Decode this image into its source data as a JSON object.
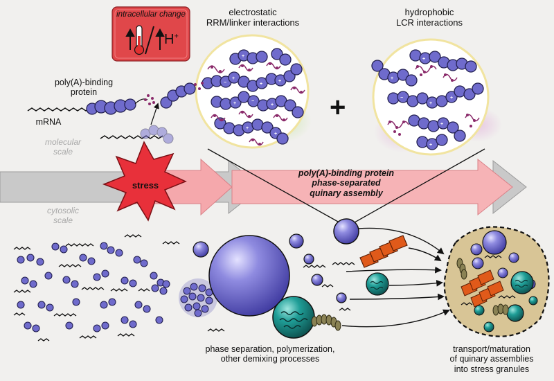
{
  "labels": {
    "intracellular_change": "intracellular change",
    "h_plus": "H",
    "h_plus_sup": "+",
    "electrostatic_l1": "electrostatic",
    "electrostatic_l2": "RRM/linker interactions",
    "hydrophobic_l1": "hydrophobic",
    "hydrophobic_l2": "LCR interactions",
    "pab_l1": "poly(A)-binding",
    "pab_l2": "protein",
    "mrna": "mRNA",
    "molecular_l1": "molecular",
    "molecular_l2": "scale",
    "cytosolic_l1": "cytosolic",
    "cytosolic_l2": "scale",
    "stress": "stress",
    "assembly_l1": "poly(A)-binding protein",
    "assembly_l2": "phase-separated",
    "assembly_l3": "quinary assembly",
    "plus": "+",
    "phase_sep_l1": "phase separation, polymerization,",
    "phase_sep_l2": "other demixing processes",
    "transport_l1": "transport/maturation",
    "transport_l2": "of quinary assemblies",
    "transport_l3": "into stress granules"
  },
  "colors": {
    "protein": "#6f6bcc",
    "protein_dark": "#232050",
    "lcr": "#8a2a6a",
    "arrow_pink": "#f7b0b1",
    "arrow_gray": "#c8c8c8",
    "stress_red": "#e8303a",
    "change_box": "#e0474a",
    "circle_fill": "#ffffff",
    "circle_stroke": "#f1e7a5",
    "granule": "#d8c596",
    "teal": "#1d8a86",
    "orange": "#e05a1a",
    "olive": "#6b6436"
  },
  "icons": [
    "thermometer-icon",
    "up-arrow-icon",
    "stress-burst-icon"
  ]
}
